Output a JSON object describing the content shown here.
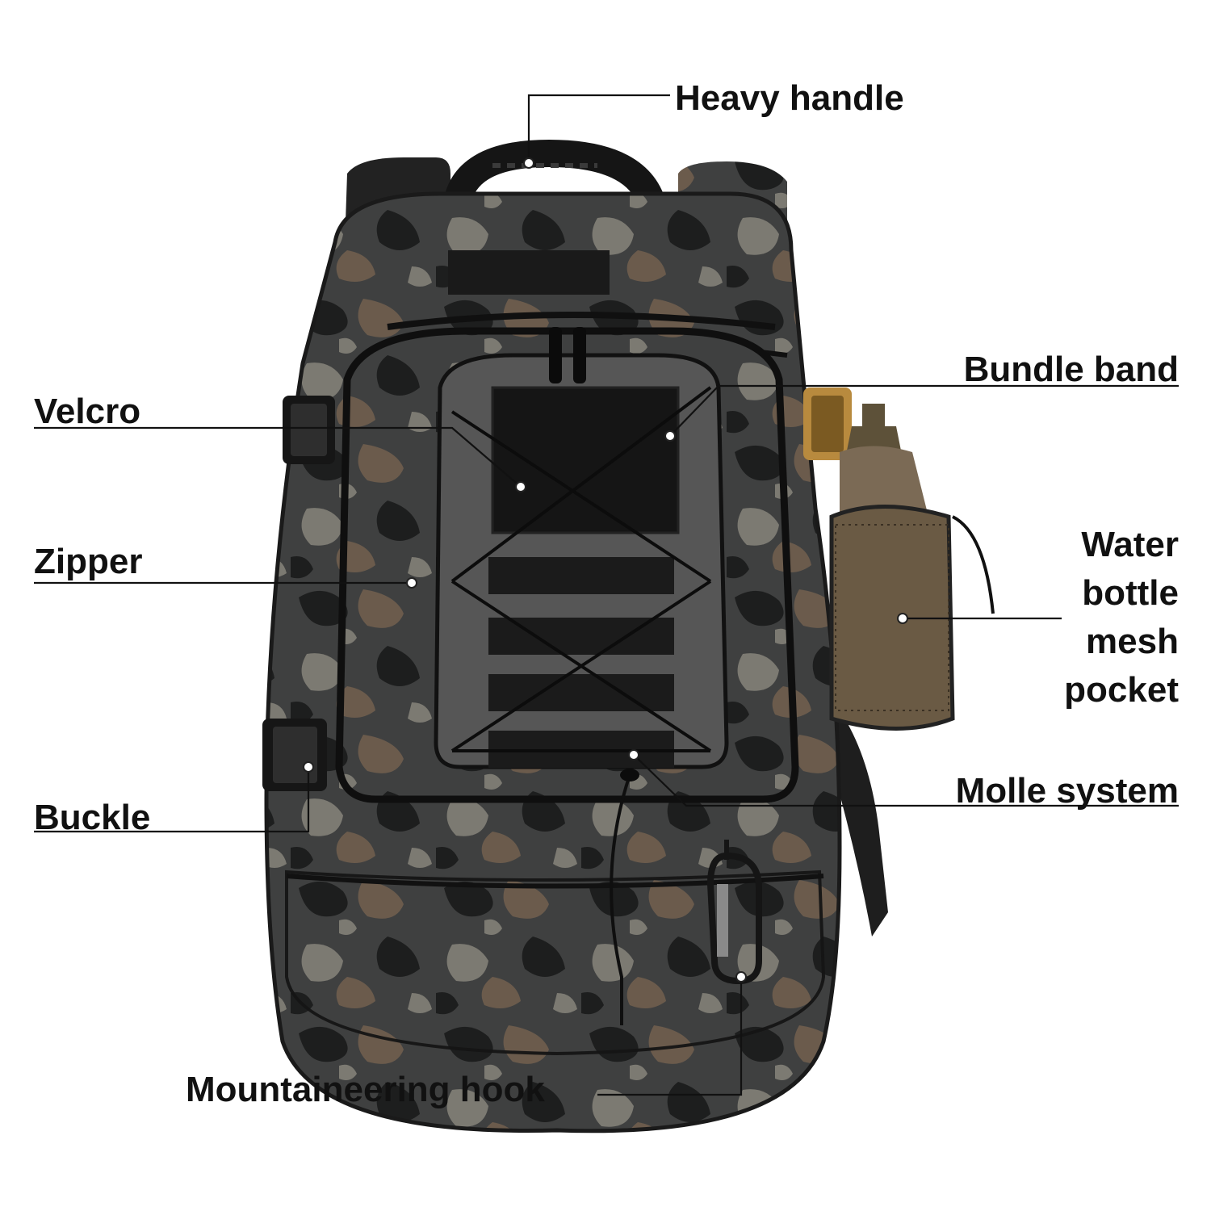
{
  "labels": {
    "heavy_handle": "Heavy handle",
    "bundle_band": "Bundle band",
    "velcro": "Velcro",
    "zipper": "Zipper",
    "water_bottle": "Water\nbottle\nmesh\npocket",
    "molle_system": "Molle system",
    "buckle": "Buckle",
    "mountaineering_hook": "Mountaineering hook"
  },
  "colors": {
    "camo_base": "#3f4040",
    "camo_dark": "#1d1e1e",
    "camo_brown": "#6b5b4c",
    "camo_gray": "#7c7a72",
    "webbing": "#1a1a1a",
    "bottle": "#7b6a55",
    "bottle_cap": "#5d5139",
    "mesh": "#6a5a44",
    "buckle_gold": "#b88a3e",
    "text": "#111111"
  }
}
